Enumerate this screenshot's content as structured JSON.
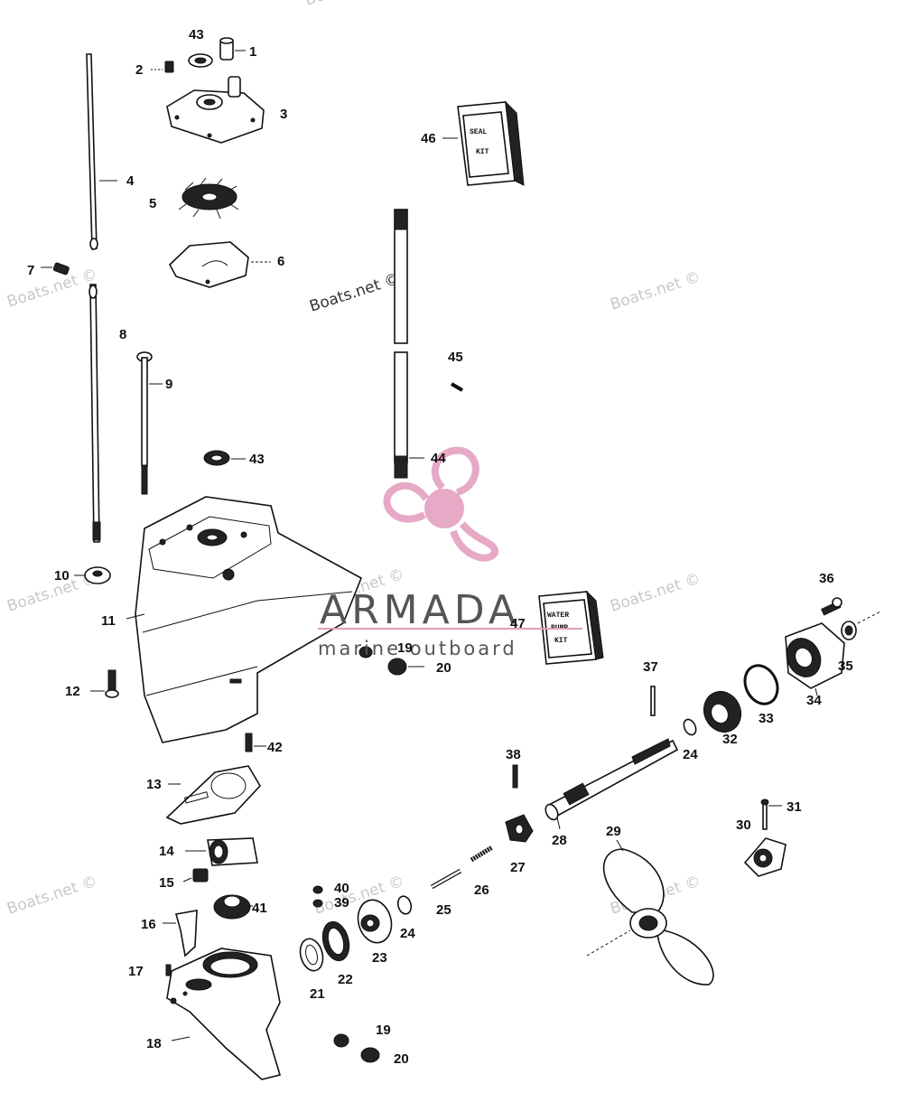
{
  "watermarks": [
    "Boats.net ©",
    "Boats.net ©",
    "Boats.net ©",
    "Boats.net ©",
    "Boats.net ©",
    "Boats.net ©",
    "Boats.net ©",
    "Boats.net ©",
    "Boats.net ©",
    "Boats.net ©"
  ],
  "brand": {
    "name": "ARMADA",
    "tagline": "marine outboard",
    "logo_color": "#e29bbd"
  },
  "kits": {
    "seal": [
      "SEAL",
      "KIT"
    ],
    "water_pump": [
      "WATER",
      "PUMP",
      "KIT"
    ]
  },
  "callouts": {
    "p1": "1",
    "p2": "2",
    "p3": "3",
    "p4": "4",
    "p5": "5",
    "p6": "6",
    "p7": "7",
    "p8": "8",
    "p9": "9",
    "p10": "10",
    "p11": "11",
    "p12": "12",
    "p13": "13",
    "p14": "14",
    "p15": "15",
    "p16": "16",
    "p17": "17",
    "p18": "18",
    "p19a": "19",
    "p19b": "19",
    "p20a": "20",
    "p20b": "20",
    "p21": "21",
    "p22": "22",
    "p23": "23",
    "p24a": "24",
    "p24b": "24",
    "p25": "25",
    "p26": "26",
    "p27": "27",
    "p28": "28",
    "p29": "29",
    "p30": "30",
    "p31": "31",
    "p32": "32",
    "p33": "33",
    "p34": "34",
    "p35": "35",
    "p36": "36",
    "p37": "37",
    "p38": "38",
    "p39": "39",
    "p40": "40",
    "p41": "41",
    "p42": "42",
    "p43a": "43",
    "p43b": "43",
    "p44": "44",
    "p45": "45",
    "p46": "46",
    "p47": "47"
  }
}
